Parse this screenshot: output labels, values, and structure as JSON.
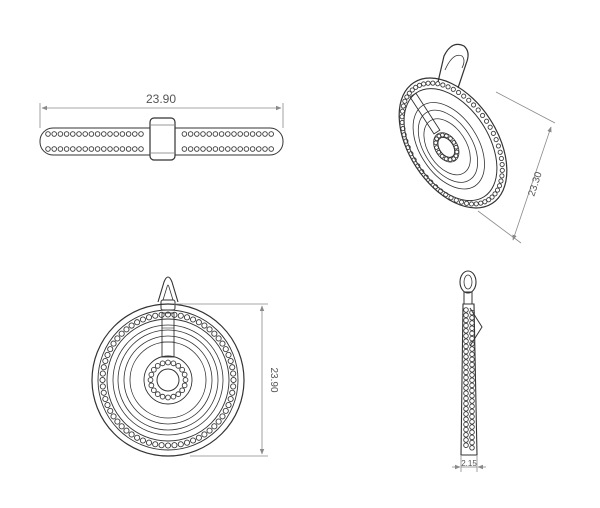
{
  "views": {
    "top": {
      "dimension": "23.90"
    },
    "iso": {
      "dimension": "23.30"
    },
    "front": {
      "dimension": "23.90"
    },
    "side": {
      "dimension": "2.15"
    }
  },
  "colors": {
    "line": "#333333",
    "dim": "#8a8a8a",
    "bead": "#3a3a3a"
  }
}
